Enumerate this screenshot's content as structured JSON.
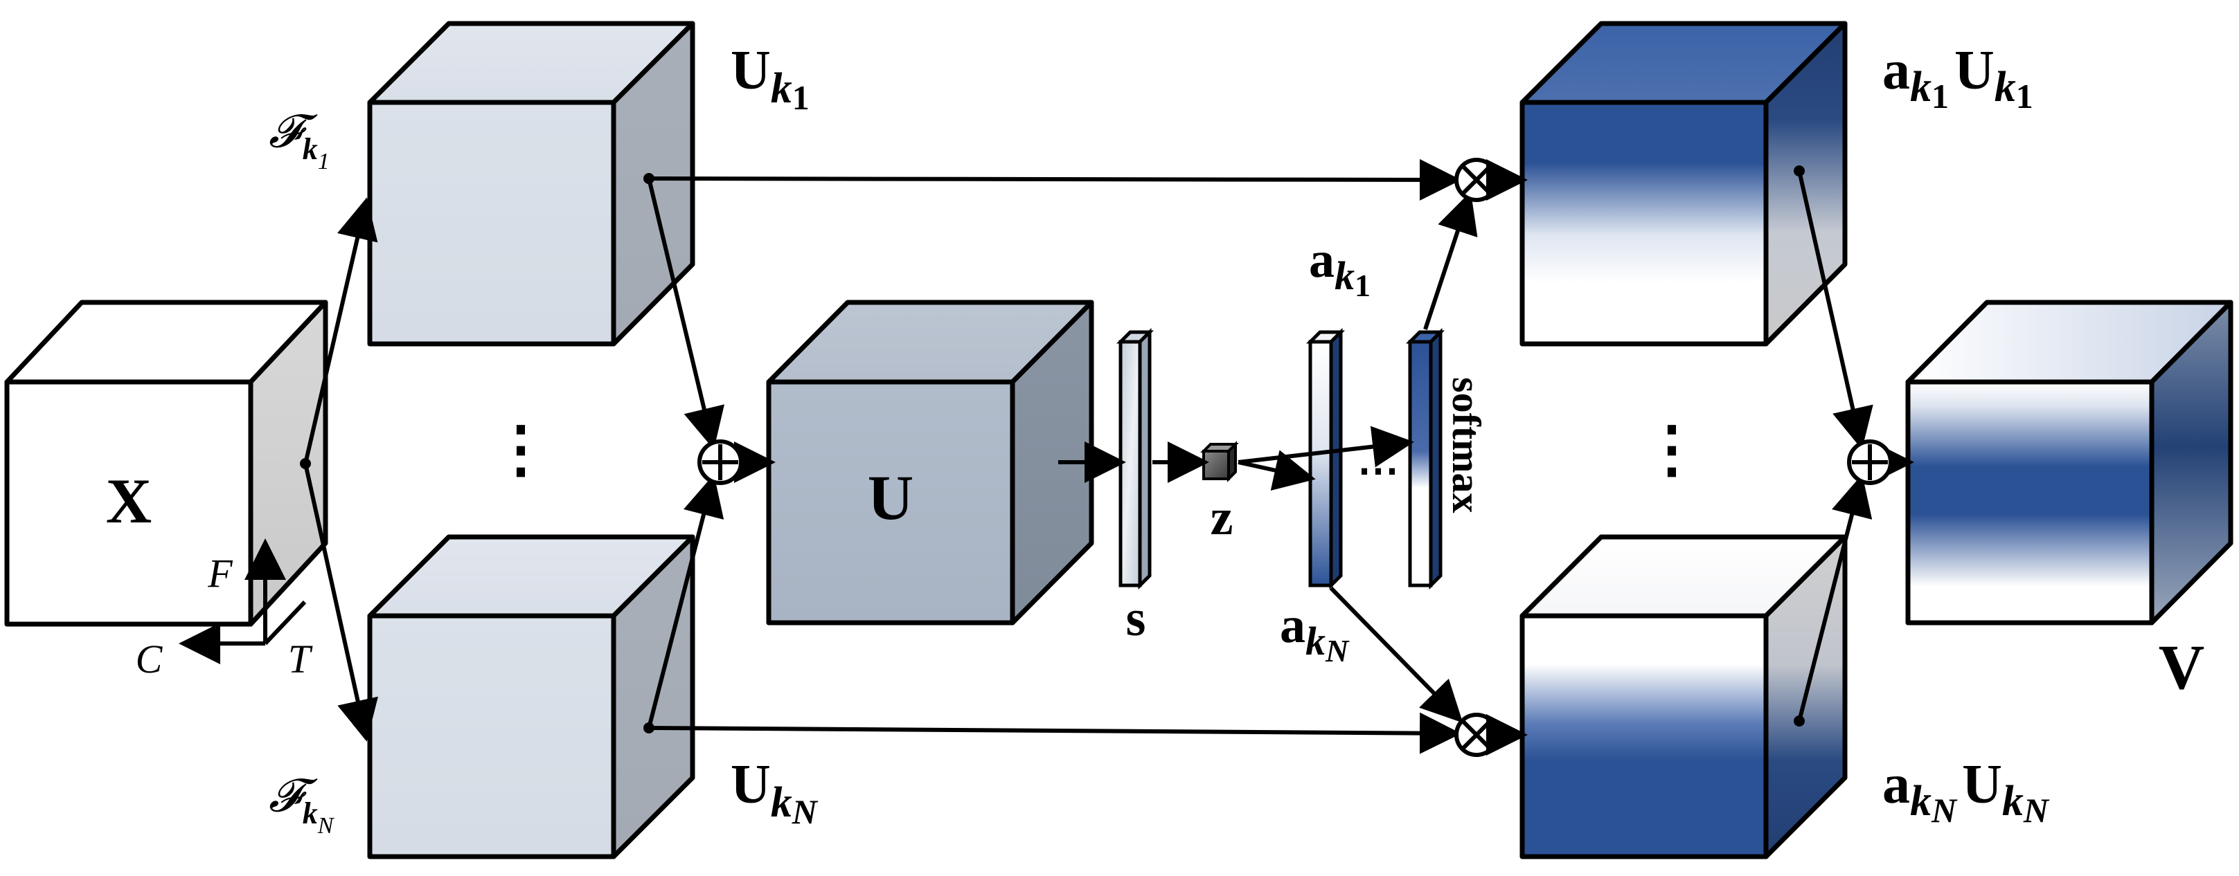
{
  "diagram": {
    "input": {
      "label": "X",
      "axes": {
        "c": "C",
        "f": "F",
        "t": "T"
      }
    },
    "branches": [
      {
        "transform": "𝓕",
        "transform_sub": "k",
        "transform_subsub": "1",
        "output": "U",
        "output_sub": "k",
        "output_subsub": "1"
      },
      {
        "transform": "𝓕",
        "transform_sub": "k",
        "transform_subsub": "N",
        "output": "U",
        "output_sub": "k",
        "output_subsub": "N"
      }
    ],
    "ellipsis_vertical": "⋮",
    "ellipsis_horizontal": "⋯",
    "fused": {
      "label": "U"
    },
    "squeeze": {
      "label": "s"
    },
    "compact": {
      "label": "z"
    },
    "attention_top": {
      "label": "a",
      "sub": "k",
      "subsub": "1"
    },
    "attention_bottom": {
      "label": "a",
      "sub": "k",
      "subsub": "N"
    },
    "softmax": {
      "label": "softmax"
    },
    "weighted_top": {
      "a": "a",
      "a_sub": "k",
      "a_subsub": "1",
      "u": "U",
      "u_sub": "k",
      "u_subsub": "1"
    },
    "weighted_bottom": {
      "a": "a",
      "a_sub": "k",
      "a_subsub": "N",
      "u": "U",
      "u_sub": "k",
      "u_subsub": "N"
    },
    "output": {
      "label": "V"
    },
    "operators": {
      "sum": "⊕",
      "product": "⊗"
    },
    "colors": {
      "dark_blue": "#2c5296",
      "light_grey": "#d9dfe7",
      "mid_grey": "#aeb7c5",
      "line": "#000000"
    }
  }
}
